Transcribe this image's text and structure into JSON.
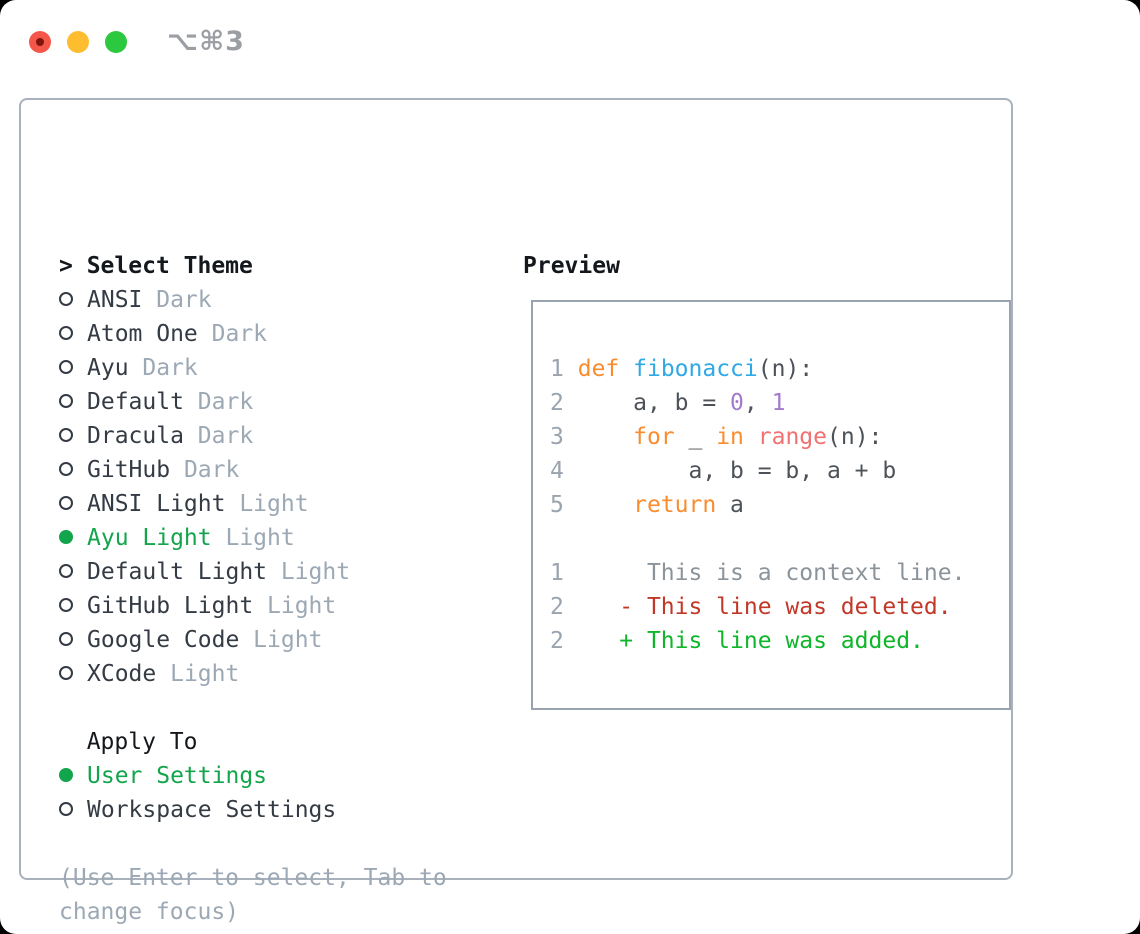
{
  "window": {
    "shortcut": "⌥⌘3",
    "traffic_lights": [
      "close",
      "minimize",
      "zoom"
    ]
  },
  "theme_list": {
    "prompt": ">",
    "header": "Select Theme",
    "items": [
      {
        "label": "ANSI",
        "tag": "Dark",
        "selected": false
      },
      {
        "label": "Atom One",
        "tag": "Dark",
        "selected": false
      },
      {
        "label": "Ayu",
        "tag": "Dark",
        "selected": false
      },
      {
        "label": "Default",
        "tag": "Dark",
        "selected": false
      },
      {
        "label": "Dracula",
        "tag": "Dark",
        "selected": false
      },
      {
        "label": "GitHub",
        "tag": "Dark",
        "selected": false
      },
      {
        "label": "ANSI Light",
        "tag": "Light",
        "selected": false
      },
      {
        "label": "Ayu Light",
        "tag": "Light",
        "selected": true
      },
      {
        "label": "Default Light",
        "tag": "Light",
        "selected": false
      },
      {
        "label": "GitHub Light",
        "tag": "Light",
        "selected": false
      },
      {
        "label": "Google Code",
        "tag": "Light",
        "selected": false
      },
      {
        "label": "XCode",
        "tag": "Light",
        "selected": false
      }
    ]
  },
  "apply_to": {
    "header": "Apply To",
    "options": [
      {
        "label": "User Settings",
        "selected": true
      },
      {
        "label": "Workspace Settings",
        "selected": false
      }
    ]
  },
  "hint": {
    "lines": [
      "(Use Enter to select, Tab to",
      "change focus)"
    ]
  },
  "preview": {
    "title": "Preview",
    "code_lines": [
      {
        "num": "1",
        "segments": [
          {
            "text": "def",
            "style": "keyword"
          },
          {
            "text": " ",
            "style": "plain"
          },
          {
            "text": "fibonacci",
            "style": "function"
          },
          {
            "text": "(n):",
            "style": "plain"
          }
        ]
      },
      {
        "num": "2",
        "segments": [
          {
            "text": "    a, b = ",
            "style": "plain"
          },
          {
            "text": "0",
            "style": "number"
          },
          {
            "text": ", ",
            "style": "plain"
          },
          {
            "text": "1",
            "style": "number"
          }
        ]
      },
      {
        "num": "3",
        "segments": [
          {
            "text": "    ",
            "style": "plain"
          },
          {
            "text": "for",
            "style": "keyword"
          },
          {
            "text": " _ ",
            "style": "plain"
          },
          {
            "text": "in",
            "style": "keyword"
          },
          {
            "text": " ",
            "style": "plain"
          },
          {
            "text": "range",
            "style": "call"
          },
          {
            "text": "(n):",
            "style": "plain"
          }
        ]
      },
      {
        "num": "4",
        "segments": [
          {
            "text": "        a, b = b, a + b",
            "style": "plain"
          }
        ]
      },
      {
        "num": "5",
        "segments": [
          {
            "text": "    ",
            "style": "plain"
          },
          {
            "text": "return",
            "style": "keyword"
          },
          {
            "text": " a",
            "style": "plain"
          }
        ]
      }
    ],
    "diff_lines": [
      {
        "num": "1",
        "marker": " ",
        "text": "This is a context line.",
        "kind": "context"
      },
      {
        "num": "2",
        "marker": "-",
        "text": "This line was deleted.",
        "kind": "deleted"
      },
      {
        "num": "2",
        "marker": "+",
        "text": "This line was added.",
        "kind": "added"
      }
    ]
  },
  "colors": {
    "selected_green": "#13A54B",
    "added_green": "#0FB62A",
    "deleted_red": "#C13828",
    "keyword_orange": "#F98C2F",
    "function_blue": "#2FA9E6",
    "number_purple": "#A37ACC",
    "call_coral": "#F07171",
    "muted_gray": "#9CA8B4",
    "line_number_gray": "#9AA4AF",
    "context_gray": "#8B939B",
    "text_dark": "#343B44",
    "header_black": "#14181C",
    "panel_border": "#A9B2BC",
    "preview_border": "#9AA4AE",
    "code_plain": "#4C5258",
    "traffic_red": "#F4564A",
    "traffic_red_dot": "#7E140B",
    "traffic_yellow": "#FDBD2E",
    "traffic_green": "#2BC840",
    "titlebar_gray": "#9B9FA4"
  }
}
